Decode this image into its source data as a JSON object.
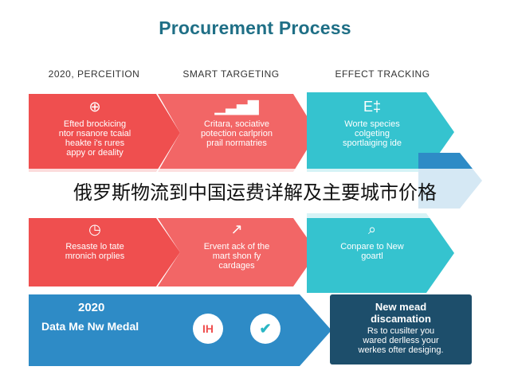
{
  "title": "Procurement Process",
  "columns": [
    {
      "header": "2020, PERCEITION"
    },
    {
      "header": "SMART TARGETING"
    },
    {
      "header": "EFFECT TRACKING"
    }
  ],
  "row1": [
    {
      "icon": "globe-icon",
      "glyph": "⊕",
      "text": [
        "Efted brockicing",
        "ntor nsanore tcaial",
        "heakte i's rures",
        "appy or deality"
      ]
    },
    {
      "icon": "bar-chart-icon",
      "glyph": "▁▃▅▇",
      "text": [
        "Critara, sociative",
        "potection carlprion",
        "prail normatries"
      ]
    },
    {
      "icon": "plus-minus-icon",
      "glyph": "E‡",
      "text": [
        "Worte species",
        "colgeting",
        "sportlaiging ide"
      ]
    }
  ],
  "overlay_text": "俄罗斯物流到中国运费详解及主要城市价格",
  "row2": [
    {
      "icon": "clock-icon",
      "glyph": "◷",
      "text": [
        "Resaste lo tate",
        "mronich orplies"
      ]
    },
    {
      "icon": "trend-line-icon",
      "glyph": "↗",
      "text": [
        "Ervent ack of the",
        "mart shon fy",
        "cardages"
      ]
    },
    {
      "icon": "search-icon",
      "glyph": "⌕",
      "text": [
        "Conpare to New",
        "goartl"
      ]
    }
  ],
  "bottom_left": {
    "line1": "2020",
    "line2": "Data Me Nw Medal",
    "badge": "IH",
    "check": "✔"
  },
  "bottom_right": {
    "heading1": "New mead",
    "heading2": "discamation",
    "body": [
      "Rs to cusilter you",
      "wared derlless your",
      "werkes ofter desiging."
    ]
  },
  "colors": {
    "red": "#ef4f4f",
    "teal": "#35c3cf",
    "blue": "#2e8bc6",
    "navy": "#1d4e6b",
    "title": "#1f6f86"
  }
}
